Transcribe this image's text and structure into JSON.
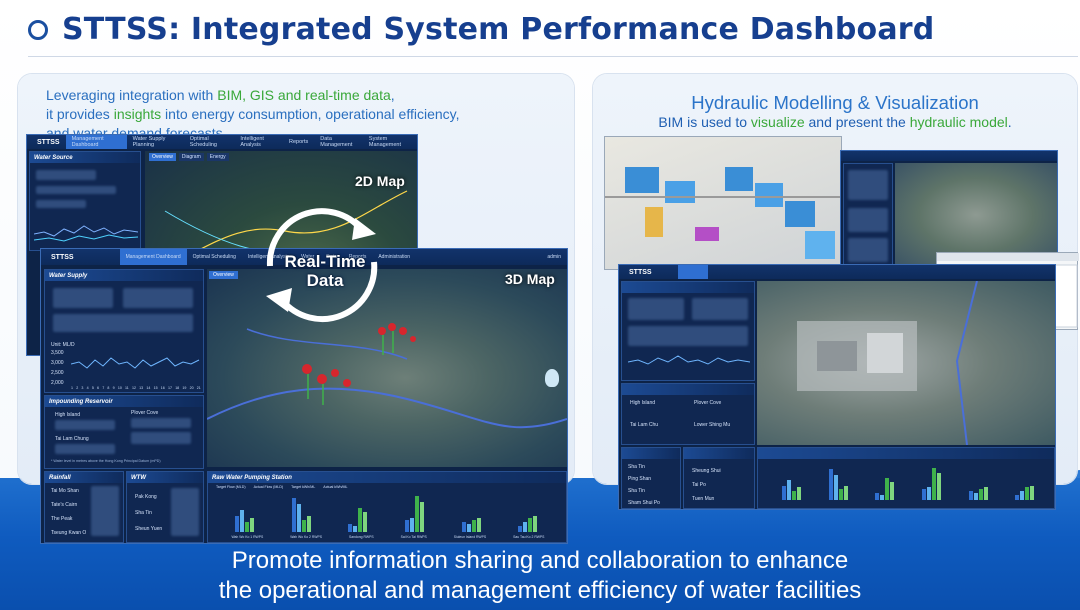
{
  "slide": {
    "title": "STTSS: Integrated System Performance Dashboard",
    "footer_line1": "Promote information sharing and collaboration to enhance",
    "footer_line2": "the operational and management efficiency of water facilities"
  },
  "left_card": {
    "desc_l1_a": "Leveraging integration with ",
    "desc_l1_b": "BIM, GIS and real-time data",
    "desc_l1_c": ",",
    "desc_l2_a": "it provides ",
    "desc_l2_b": "insights",
    "desc_l2_c": " into energy consumption, operational efficiency,",
    "desc_l3": "and water demand forecasts。",
    "map2d_label": "2D Map",
    "map3d_label": "3D Map",
    "realtime_l1": "Real-Time",
    "realtime_l2": "Data"
  },
  "right_card": {
    "title": "Hydraulic Modelling & Visualization",
    "sub_a": "BIM is used to ",
    "sub_b": "visualize",
    "sub_c": " and present the ",
    "sub_d": "hydraulic model",
    "sub_e": "."
  },
  "dash2d": {
    "logo": "STTSS",
    "nav": [
      "Management Dashboard",
      "Water Supply Planning",
      "Optimal Scheduling",
      "Intelligent Analysis",
      "Reports",
      "Data Management",
      "System Management"
    ],
    "panel": "Water Source",
    "tabs": [
      "Overview",
      "Diagram",
      "Energy"
    ]
  },
  "dash3d": {
    "logo": "STTSS",
    "nav": [
      "Management Dashboard",
      "Optimal Scheduling",
      "Intelligent Analysis",
      "Water",
      "Data",
      "Reports",
      "Administration"
    ],
    "user": "admin",
    "tab_overview": "Overview",
    "panel_water_supply": "Water Supply",
    "unit": "Unit: ML/D",
    "y_ticks": [
      "3,500",
      "3,000",
      "2,500",
      "2,000"
    ],
    "x_ticks": [
      "1",
      "2",
      "3",
      "4",
      "5",
      "6",
      "7",
      "8",
      "9",
      "10",
      "11",
      "12",
      "13",
      "14",
      "15",
      "16",
      "17",
      "18",
      "19",
      "20",
      "21"
    ],
    "panel_reservoir": "Impounding Reservoir",
    "reservoir_rows": [
      "High Island",
      "Plover Cove",
      "Tai Lam Chung"
    ],
    "note": "* Water level in metres above the Hong Kong Principal Datum (mPD)",
    "panel_rainfall": "Rainfall",
    "rain_rows": [
      "Tai Mo Shan",
      "Tate's Cairn",
      "The Peak",
      "Tseung Kwan O"
    ],
    "panel_wtw": "WTW",
    "wtw_rows": [
      "Pak Kong",
      "Sha Tin",
      "Sheun Yuen"
    ],
    "panel_pumping": "Raw Water Pumping Station",
    "legend": [
      "Target Flow (MLD)",
      "Actual Flow (MLD)",
      "Target kWh/ML",
      "Actual kWh/ML"
    ],
    "stations": [
      "Wah Wo Ko 1 RWPS",
      "Wah Wo Ko 2 RWPS",
      "Sandong RWPS",
      "Sai Ko Tai RWPS",
      "Siuleun Island RWPS",
      "Sau Tau Ko 2 RWPS"
    ]
  },
  "dash_right": {
    "logo": "STTSS",
    "rows_a": [
      "High Island",
      "Plover Cove",
      "Tai Lam Chu",
      "Lower Shing Mu"
    ],
    "rows_b": [
      "Sha Tin",
      "Ping Shan",
      "Sha Tin",
      "Sham Shui Po",
      "Sheung Shui",
      "Tai Po",
      "Tuen Mun"
    ]
  },
  "icons": {
    "title_ring": "ring-icon",
    "mascot": "mascot-icon"
  },
  "colors": {
    "title": "#163f8f",
    "desc_blue": "#2a6fbf",
    "highlight_green": "#3aa83a",
    "footer_band": "#1f6fce",
    "dashboard_bg": "#0d2347"
  }
}
